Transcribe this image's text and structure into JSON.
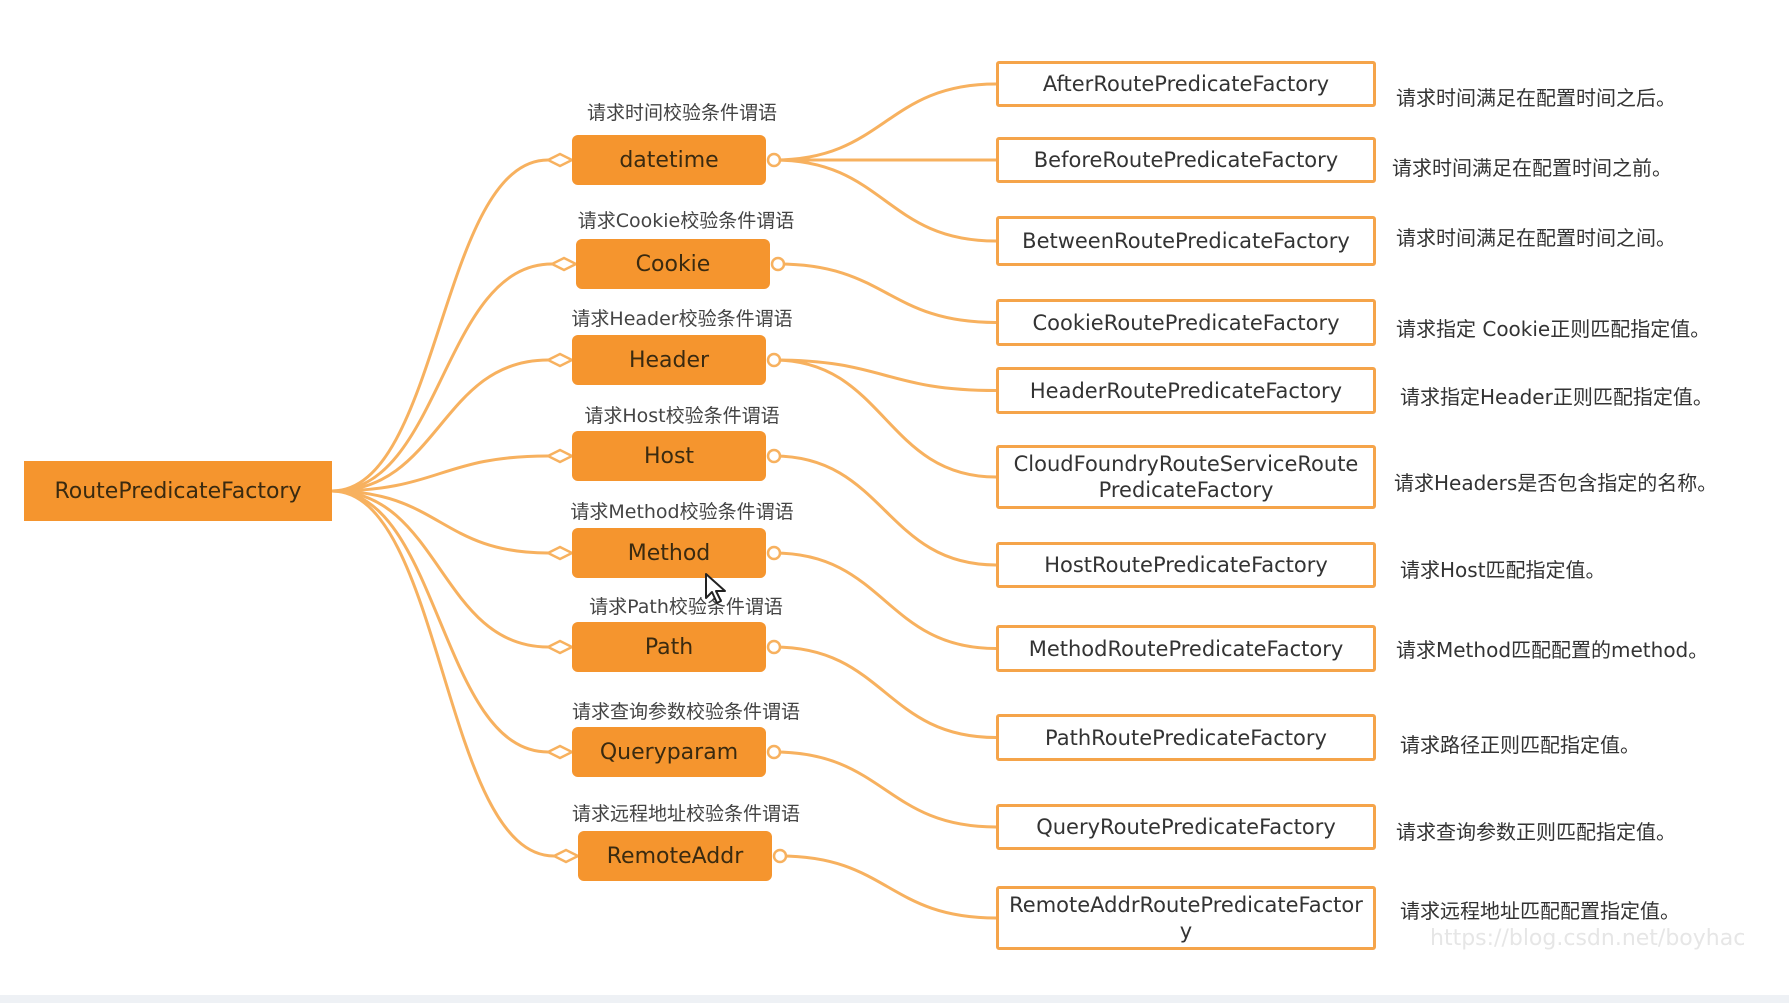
{
  "root": {
    "label": "RoutePredicateFactory"
  },
  "categories": [
    {
      "label": "datetime",
      "caption": "请求时间校验条件谓语"
    },
    {
      "label": "Cookie",
      "caption": "请求Cookie校验条件谓语"
    },
    {
      "label": "Header",
      "caption": "请求Header校验条件谓语"
    },
    {
      "label": "Host",
      "caption": "请求Host校验条件谓语"
    },
    {
      "label": "Method",
      "caption": "请求Method校验条件谓语"
    },
    {
      "label": "Path",
      "caption": "请求Path校验条件谓语"
    },
    {
      "label": "Queryparam",
      "caption": "请求查询参数校验条件谓语"
    },
    {
      "label": "RemoteAddr",
      "caption": "请求远程地址校验条件谓语"
    }
  ],
  "factories": [
    {
      "label": "AfterRoutePredicateFactory",
      "desc": "请求时间满足在配置时间之后。",
      "category": 0
    },
    {
      "label": "BeforeRoutePredicateFactory",
      "desc": "请求时间满足在配置时间之前。",
      "category": 0
    },
    {
      "label": "BetweenRoutePredicateFactory",
      "desc": "请求时间满足在配置时间之间。",
      "category": 0
    },
    {
      "label": "CookieRoutePredicateFactory",
      "desc": "请求指定 Cookie正则匹配指定值。",
      "category": 1
    },
    {
      "label": "HeaderRoutePredicateFactory",
      "desc": "请求指定Header正则匹配指定值。",
      "category": 2
    },
    {
      "label": "CloudFoundryRouteServiceRoutePredicateFactory",
      "desc": "请求Headers是否包含指定的名称。",
      "category": 2
    },
    {
      "label": "HostRoutePredicateFactory",
      "desc": "请求Host匹配指定值。",
      "category": 3
    },
    {
      "label": "MethodRoutePredicateFactory",
      "desc": "请求Method匹配配置的method。",
      "category": 4
    },
    {
      "label": "PathRoutePredicateFactory",
      "desc": "请求路径正则匹配指定值。",
      "category": 5
    },
    {
      "label": "QueryRoutePredicateFactory",
      "desc": "请求查询参数正则匹配指定值。",
      "category": 6
    },
    {
      "label": "RemoteAddrRoutePredicateFactory",
      "desc": "请求远程地址匹配配置指定值。",
      "category": 7
    }
  ],
  "watermark": "https://blog.csdn.net/boyhac",
  "colors": {
    "node_fill": "#f5952e",
    "link": "#f7b15f",
    "box_border": "#f5a44a"
  }
}
